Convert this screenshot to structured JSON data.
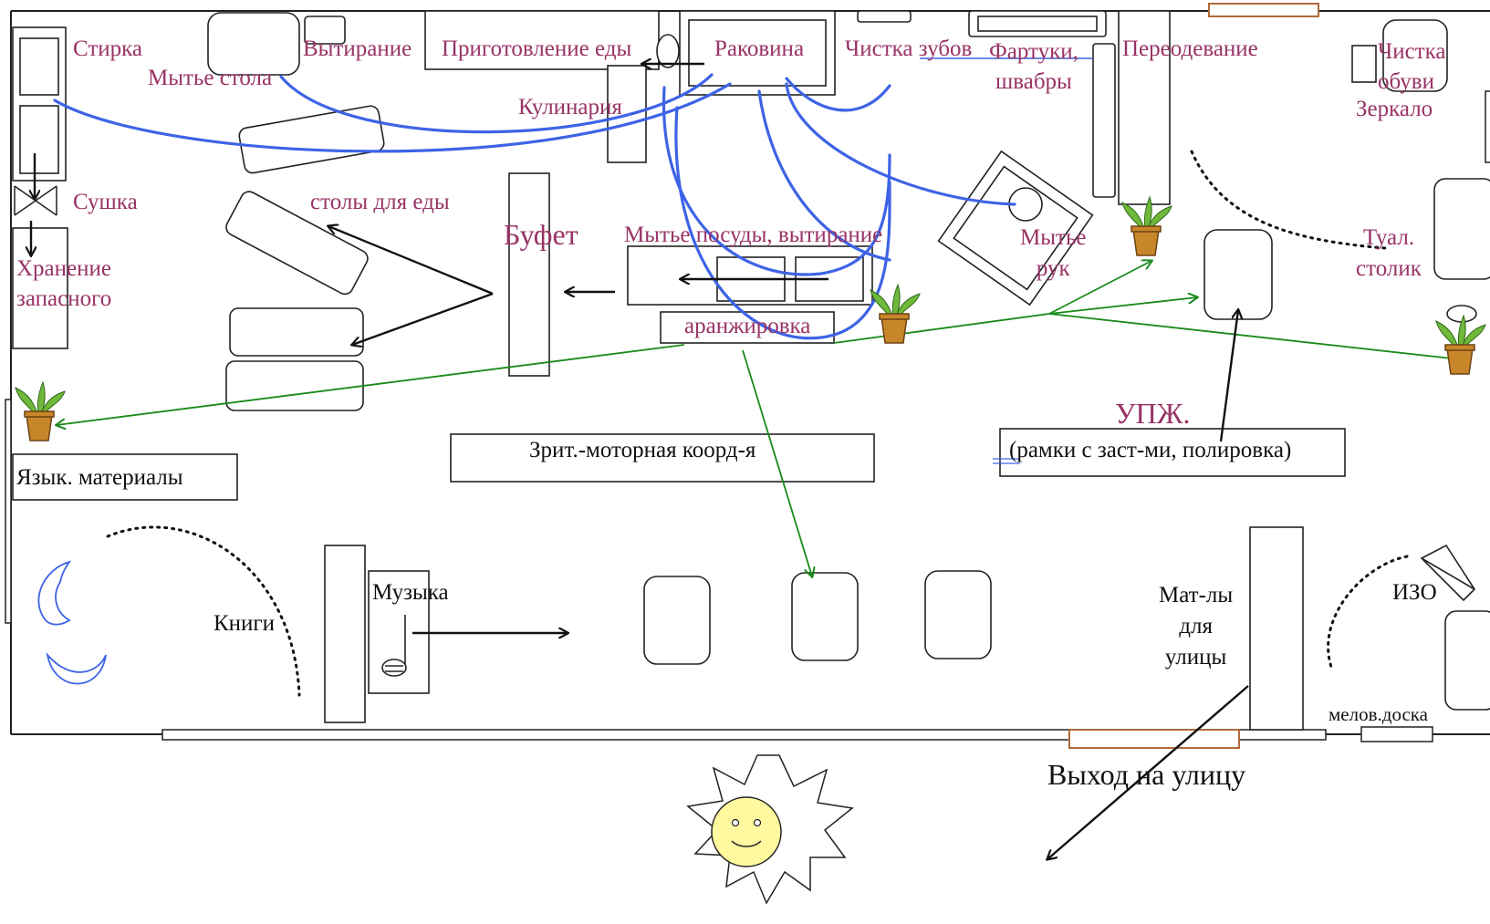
{
  "colors": {
    "zone_label": "#993366",
    "route_blue": "#3d63e6",
    "route_green": "#1a8a1a",
    "plant_pot": "#c8862a",
    "plant_leaves": "#70b83a",
    "door": "#b06a3a",
    "sun": "#fff9a0"
  },
  "labels": {
    "stirka": "Стирка",
    "vytiranie": "Вытирание",
    "prigotovlenie": "Приготовление еды",
    "rakovina": "Раковина",
    "chistka_zubov": "Чистка зубов",
    "fartuki": "Фартуки,\nшвабры",
    "pereodevanie": "Переодевание",
    "chistka_obuvi": "Чистка\nобуви",
    "zerkalo": "Зеркало",
    "mytie_stola": "Мытье стола",
    "kulinaria": "Кулинария",
    "sushka": "Сушка",
    "stoly": "столы для еды",
    "bufet": "Буфет",
    "mytie_posudy": "Мытье посуды, вытирание",
    "mytie_ruk": "Мытье\nрук",
    "tualet": "Туал.\nстолик",
    "hranenie": "Хранение\nзапасного",
    "aranzhirovka": "аранжировка",
    "upzh": "УПЖ.",
    "upzh_sub": "(рамки с заст-ми, полировка)",
    "zrit": "Зрит.-моторная коорд-я",
    "yazyk": "Язык. материалы",
    "muzyka": "Музыка",
    "knigi": "Книги",
    "materialy": "Мат-лы\nдля\nулицы",
    "izo": "ИЗО",
    "melov": "мелов.доска",
    "vyhod": "Выход на улицу"
  }
}
